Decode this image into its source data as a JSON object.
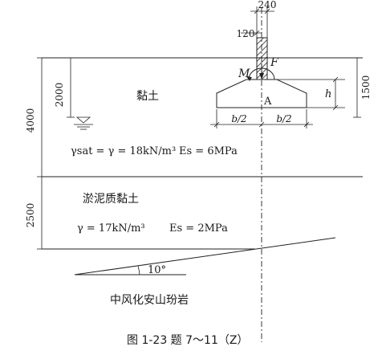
{
  "dimensions": {
    "col_width": "240",
    "offset": "120",
    "depth_water": "2000",
    "depth_layer1": "4000",
    "depth_layer2": "2500",
    "h_label": "h",
    "depth_base": "1500",
    "half_b_left": "b/2",
    "half_b_right": "b/2"
  },
  "labels": {
    "moment": "M",
    "force": "F",
    "point_a": "A",
    "layer1_name": "黏土",
    "layer1_gamma": "γsat = γ = 18kN/m³",
    "layer1_es": "Es = 6MPa",
    "layer2_name": "淤泥质黏土",
    "layer2_gamma": "γ = 17kN/m³",
    "layer2_es": "Es = 2MPa",
    "slope_angle": "10°",
    "rock_name": "中风化安山玢岩"
  },
  "caption": "图 1-23  题 7～11（Z）"
}
